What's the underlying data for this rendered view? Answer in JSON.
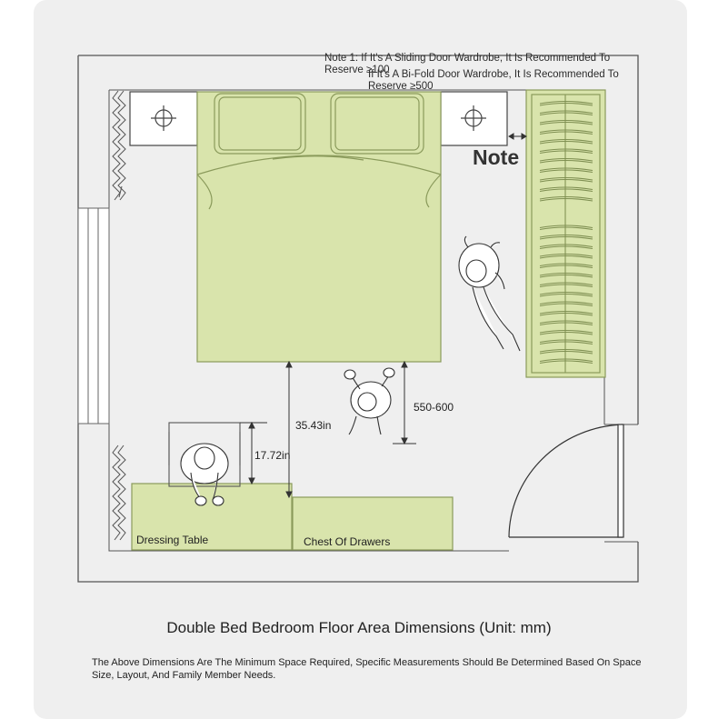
{
  "notes": {
    "note1": "Note 1: If It's A Sliding Door Wardrobe, It Is Recommended To Reserve ≥100",
    "note2": "If It's A Bi-Fold Door Wardrobe, It Is Recommended To Reserve ≥500",
    "note_label": "Note"
  },
  "dimensions": {
    "bed_gap": "35.43in",
    "chair_gap": "17.72in",
    "side_gap": "550-600"
  },
  "labels": {
    "dressing_table": "Dressing Table",
    "chest_of_drawers": "Chest Of Drawers"
  },
  "title": "Double Bed Bedroom Floor Area Dimensions (Unit: mm)",
  "footnote": "The Above Dimensions Are The Minimum Space Required, Specific Measurements Should Be Determined Based On Space Size, Layout, And Family Member Needs.",
  "colors": {
    "furniture_fill": "#d9e4ac",
    "furniture_stroke": "#8a9a5b",
    "wall": "#555555",
    "background": "#efefef"
  }
}
